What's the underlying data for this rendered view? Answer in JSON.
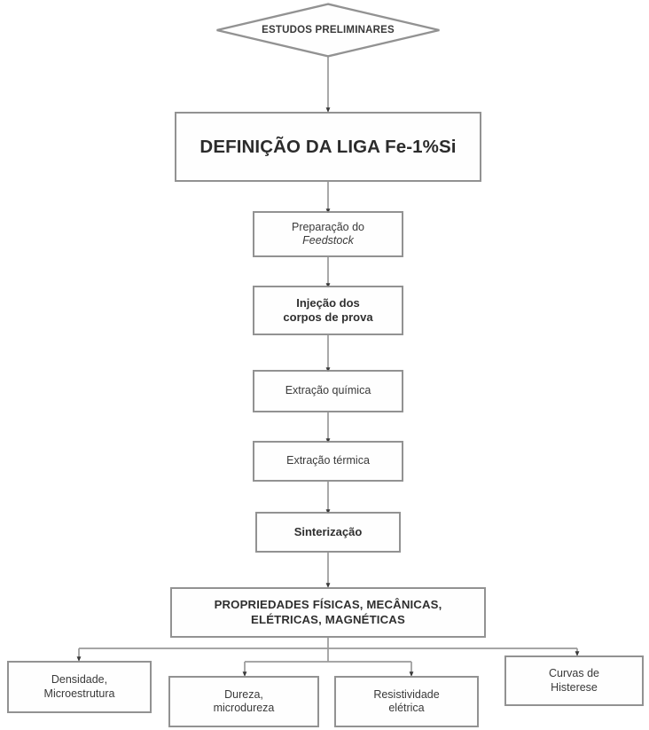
{
  "diagram": {
    "title": "Fluxograma do procedimento experimental",
    "language": "pt-BR",
    "border_color": "#8a8a8a",
    "text_color": "#1f1f1f",
    "background": "#ffffff",
    "start_node": {
      "shape": "diamond",
      "line1": "ESTUDOS",
      "line2": "PRELIMINARES"
    },
    "definition_node": {
      "label": "DEFINIÇÃO DA LIGA Fe-1%Si"
    },
    "process_nodes": [
      {
        "id": "preparacao",
        "line1": "Preparação do",
        "line2": "Feedstock",
        "line2_italic": true,
        "bold": false
      },
      {
        "id": "injecao",
        "line1": "Injeção dos",
        "line2": "corpos de prova",
        "line2_italic": false,
        "bold": true
      },
      {
        "id": "extracao-quimica",
        "line1": "Extração química",
        "line2": "",
        "line2_italic": false,
        "bold": false
      },
      {
        "id": "extracao-termica",
        "line1": "Extração térmica",
        "line2": "",
        "line2_italic": false,
        "bold": false
      },
      {
        "id": "sinterizacao",
        "line1": "Sinterização",
        "line2": "",
        "line2_italic": false,
        "bold": true
      }
    ],
    "properties_node": {
      "line1": "PROPRIEDADES  FÍSICAS, MECÂNICAS,",
      "line2": "ELÉTRICAS, MAGNÉTICAS"
    },
    "result_nodes": [
      {
        "id": "densidade",
        "line1": "Densidade,",
        "line2": "Microestrutura"
      },
      {
        "id": "dureza",
        "line1": "Dureza,",
        "line2": "microdureza"
      },
      {
        "id": "resistividade",
        "line1": "Resistividade",
        "line2": "elétrica"
      },
      {
        "id": "histerese",
        "line1": "Curvas de",
        "line2": "Histerese"
      }
    ]
  }
}
